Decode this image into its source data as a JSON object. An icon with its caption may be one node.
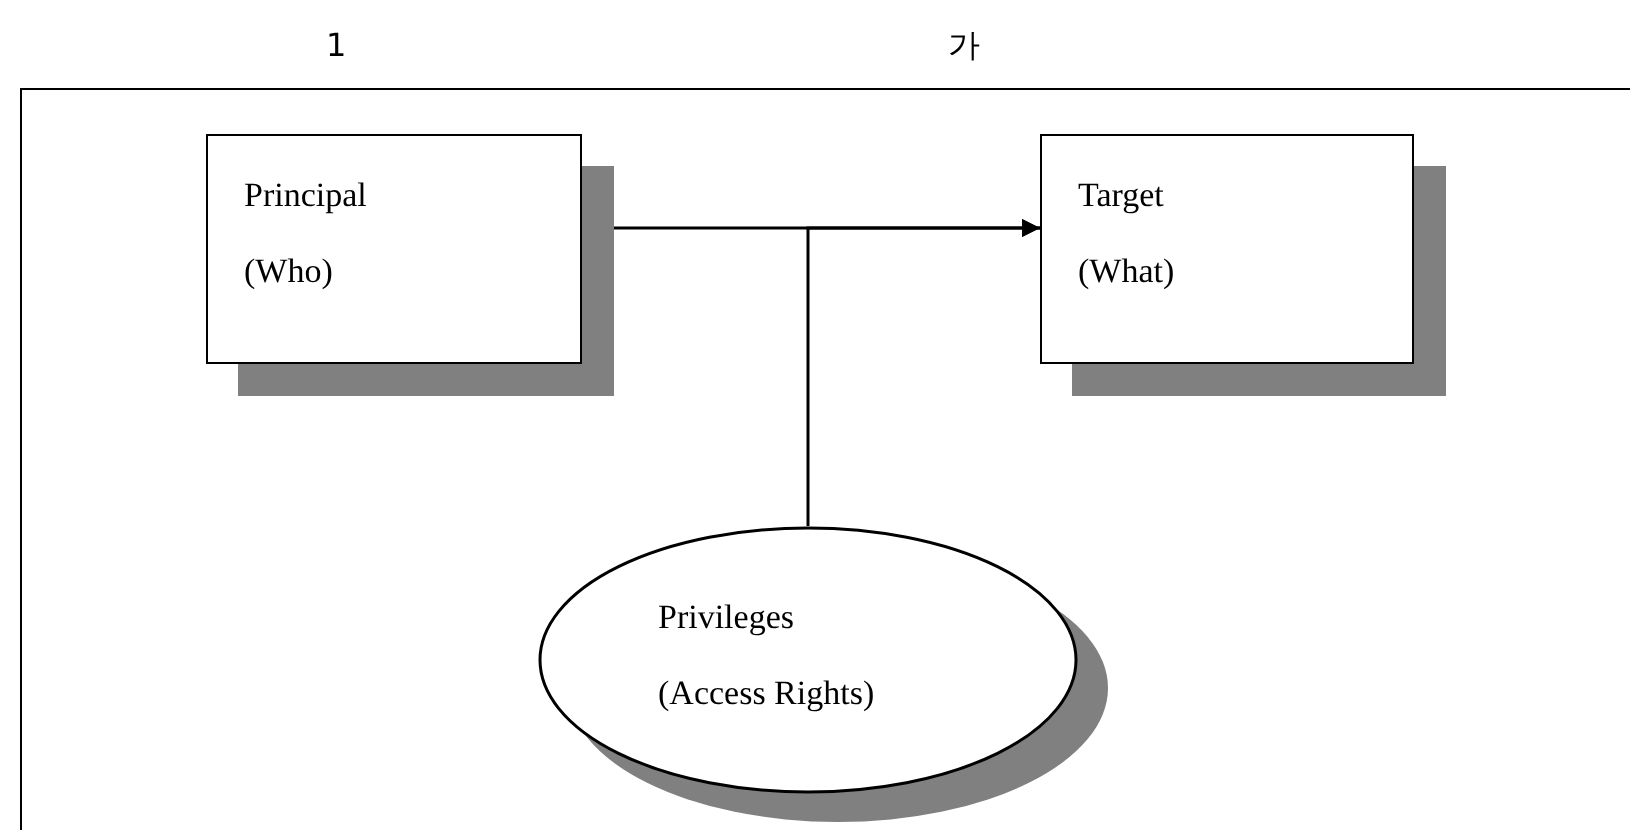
{
  "diagram": {
    "nodes": [
      {
        "text": [],
        "shape": "box"
      },
      {
        "text": [
          "Principal",
          "(Who)"
        ],
        "in": 0
      },
      {
        "text": [
          "Target",
          "(What)"
        ],
        "in": 0
      },
      {
        "text": [
          "Privileges",
          "(Access Rights)"
        ],
        "in": 0
      }
    ],
    "edges": [
      {
        "from": 1,
        "to": 2,
        "arrow": "to"
      },
      {
        "from": 3,
        "to": 2,
        "arrow": "to"
      }
    ],
    "labels": [
      "1",
      "가"
    ]
  }
}
